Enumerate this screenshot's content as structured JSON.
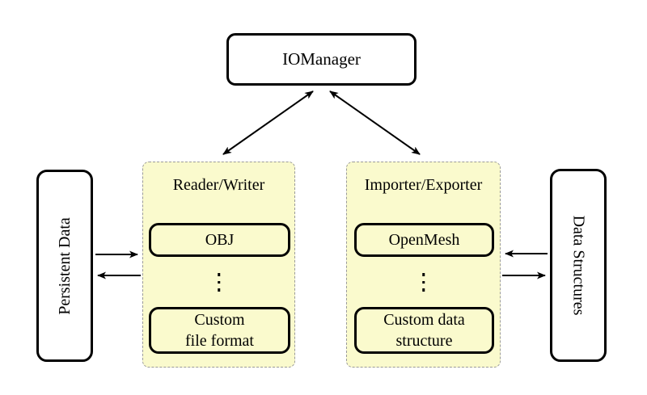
{
  "diagram": {
    "iomanager": {
      "label": "IOManager"
    },
    "persistent_data": {
      "label": "Persistent Data"
    },
    "data_structures": {
      "label": "Data Structures"
    },
    "reader_writer": {
      "title": "Reader/Writer",
      "top_item": "OBJ",
      "bottom_item_line1": "Custom",
      "bottom_item_line2": "file format"
    },
    "importer_exporter": {
      "title": "Importer/Exporter",
      "top_item": "OpenMesh",
      "bottom_item_line1": "Custom data",
      "bottom_item_line2": "structure"
    },
    "icons": {
      "ellipsis": "vdots-icon"
    },
    "colors": {
      "group_fill": "#FAFACD",
      "group_border": "#9A9A9A",
      "node_border": "#000000",
      "arrow": "#000000",
      "background": "#FFFFFF"
    }
  }
}
